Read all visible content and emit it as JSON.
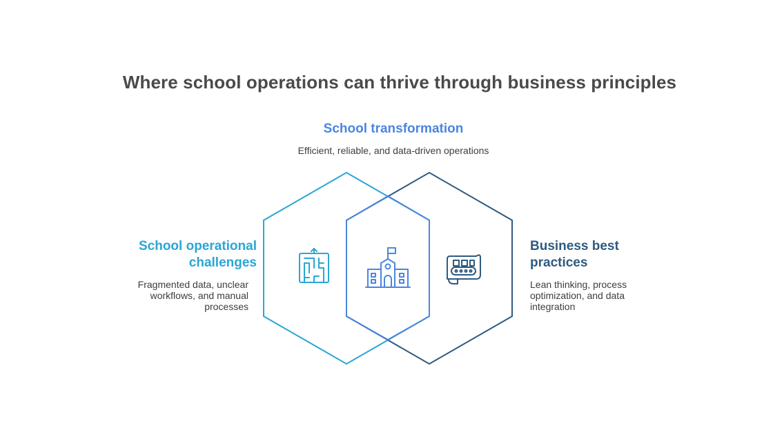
{
  "title": "Where school operations can thrive through business principles",
  "sections": {
    "top": {
      "label": "School transformation",
      "description": "Efficient, reliable, and data-driven operations",
      "icon": "school-building-icon",
      "color": "#4a86de"
    },
    "left": {
      "label": "School operational challenges",
      "description": "Fragmented data, unclear workflows, and manual processes",
      "icon": "maze-icon",
      "color": "#2aa6d4"
    },
    "right": {
      "label": "Business best practices",
      "description": "Lean thinking, process optimization, and data integration",
      "icon": "conveyor-belt-icon",
      "color": "#2e5a80"
    }
  }
}
